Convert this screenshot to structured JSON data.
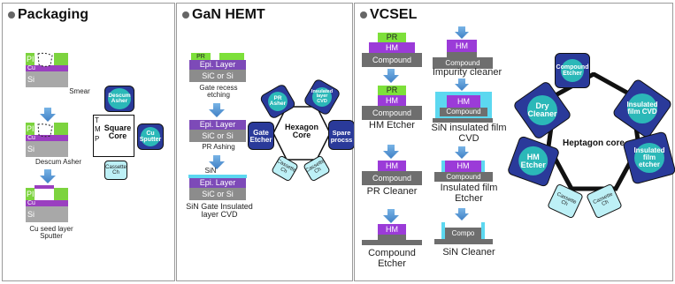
{
  "packaging": {
    "title": "Packaging",
    "layers": {
      "pi": "PI",
      "cu": "Cu",
      "si": "Si"
    },
    "steps": [
      "Smear",
      "Descum Asher",
      "Cu seed layer Sputter"
    ],
    "core": {
      "label": "Square Core",
      "tmp": "TMP"
    },
    "modules": {
      "asher": "Descum Asher",
      "sputter": "Cu Sputter",
      "cassette": "Cassette Ch"
    }
  },
  "gan": {
    "title": "GaN HEMT",
    "layers": {
      "pr": "PR",
      "epi": "Epi. Layer",
      "sic": "SiC or Si",
      "sin": "SiN"
    },
    "steps": [
      "Gate recess etching",
      "PR Ashing",
      "SiN Gate Insulated layer CVD"
    ],
    "core": "Hexagon Core",
    "modules": {
      "pr_asher": "PR Asher",
      "insulated_cvd": "Insulated layer CVD",
      "gate_etcher": "Gate Etcher",
      "spare": "Spare procss",
      "cassette1": "Cassette Ch",
      "cassette2": "Cassette Ch"
    }
  },
  "vcsel": {
    "title": "VCSEL",
    "layers": {
      "pr": "PR",
      "hm": "HM",
      "compound": "Compound",
      "compo": "Compo"
    },
    "steps_left": [
      "HM Etcher",
      "PR Cleaner",
      "Compound Etcher"
    ],
    "steps_right": [
      "Impurity cleaner",
      "SiN insulated film CVD",
      "Insulated film Etcher",
      "SiN Cleaner"
    ],
    "core": "Heptagon core",
    "modules": {
      "compound_etcher": "Compound Etcher",
      "dry_cleaner": "Dry Cleaner",
      "insulated_cvd": "Insulated film CVD",
      "hm_etcher": "HM Etcher",
      "insulated_etcher": "Insulated film etcher",
      "cassette1": "Cassette Ch",
      "cassette2": "Cassette Ch"
    }
  },
  "colors": {
    "module": "#2a3a9a",
    "disc": "#2bb8b8",
    "cassette": "#bdf0f6",
    "arrow": "#4f8fd0",
    "pi": "#7cd33e",
    "cu": "#9a3fc0",
    "sin": "#5cd8f0"
  }
}
